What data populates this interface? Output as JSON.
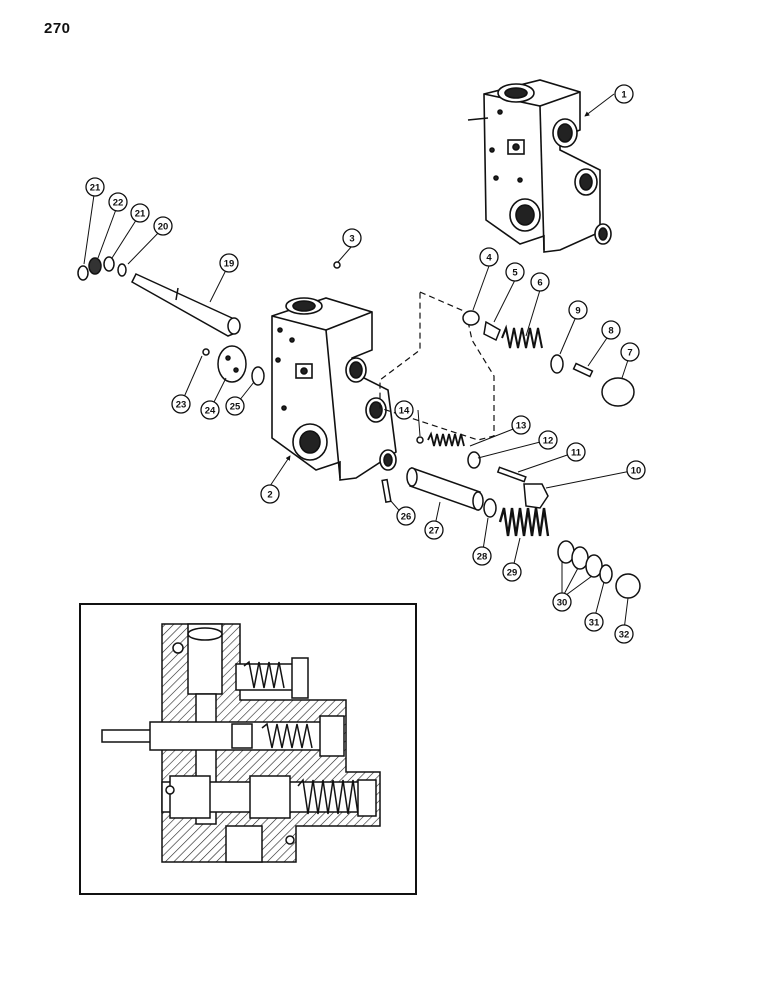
{
  "page": {
    "number": "270"
  },
  "callouts": [
    {
      "id": "c1",
      "label": "1"
    },
    {
      "id": "c2",
      "label": "2"
    },
    {
      "id": "c3",
      "label": "3"
    },
    {
      "id": "c4",
      "label": "4"
    },
    {
      "id": "c5",
      "label": "5"
    },
    {
      "id": "c6",
      "label": "6"
    },
    {
      "id": "c7",
      "label": "7"
    },
    {
      "id": "c8",
      "label": "8"
    },
    {
      "id": "c9",
      "label": "9"
    },
    {
      "id": "c10",
      "label": "10"
    },
    {
      "id": "c11",
      "label": "11"
    },
    {
      "id": "c12",
      "label": "12"
    },
    {
      "id": "c13",
      "label": "13"
    },
    {
      "id": "c14",
      "label": "14"
    },
    {
      "id": "c19",
      "label": "19"
    },
    {
      "id": "c20",
      "label": "20"
    },
    {
      "id": "c21a",
      "label": "21"
    },
    {
      "id": "c22",
      "label": "22"
    },
    {
      "id": "c21b",
      "label": "21"
    },
    {
      "id": "c23",
      "label": "23"
    },
    {
      "id": "c24",
      "label": "24"
    },
    {
      "id": "c25",
      "label": "25"
    },
    {
      "id": "c26",
      "label": "26"
    },
    {
      "id": "c27",
      "label": "27"
    },
    {
      "id": "c28",
      "label": "28"
    },
    {
      "id": "c29",
      "label": "29"
    },
    {
      "id": "c30",
      "label": "30"
    },
    {
      "id": "c31",
      "label": "31"
    },
    {
      "id": "c32",
      "label": "32"
    }
  ]
}
